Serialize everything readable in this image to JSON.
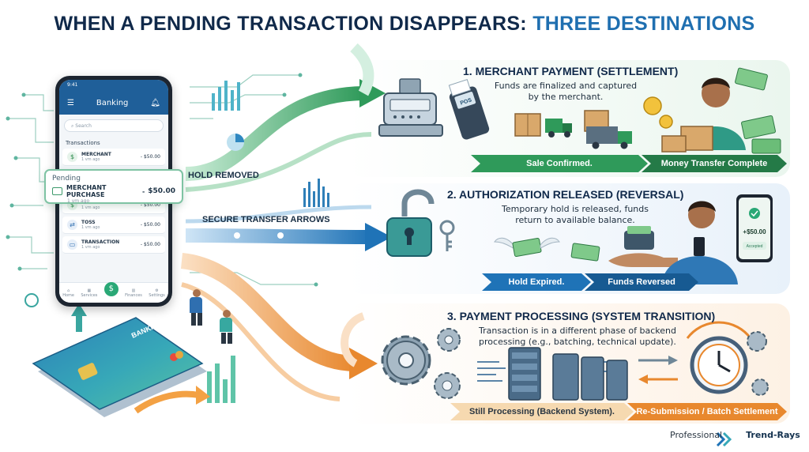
{
  "title": {
    "lead": "WHEN A PENDING TRANSACTION DISAPPEARS:",
    "highlight": "THREE DESTINATIONS"
  },
  "colors": {
    "settlement": "#2f9a5a",
    "reversal": "#1f73b7",
    "processing": "#e8882e",
    "navy": "#10294a"
  },
  "phone": {
    "time": "9:41",
    "app_title": "Banking",
    "search_placeholder": "Search",
    "section_label": "Transactions",
    "transactions": [
      {
        "name": "MERCHANT",
        "time": "1 vm ago",
        "amount": "- $50.00",
        "icon": "dollar-icon"
      },
      {
        "name": "MERCHANT",
        "time": "1 vm ago",
        "amount": "- $50.00",
        "icon": "dollar-icon"
      },
      {
        "name": "TOSS",
        "time": "1 vm ago",
        "amount": "- $50.00",
        "icon": "transfer-icon"
      },
      {
        "name": "TRANSACTION",
        "time": "1 vm ago",
        "amount": "- $50.00",
        "icon": "card-icon"
      }
    ],
    "nav": [
      "Home",
      "Services",
      "Finances",
      "Settings"
    ]
  },
  "pending": {
    "label": "Pending",
    "name": "MERCHANT PURCHASE",
    "amount": "$50.00",
    "time": "1 vm ago"
  },
  "flow_labels": {
    "hold_removed": "HOLD REMOVED",
    "secure_transfer": "SECURE TRANSFER ARROWS"
  },
  "credit_card_label": "BANKING",
  "panels": [
    {
      "title": "1. MERCHANT PAYMENT (SETTLEMENT)",
      "description": [
        "Funds are finalized and captured",
        "by the merchant."
      ],
      "pos_label": "POS",
      "steps": [
        "Sale Confirmed.",
        "Money Transfer Complete"
      ]
    },
    {
      "title": "2. AUTHORIZATION RELEASED (REVERSAL)",
      "description": [
        "Temporary hold is released, funds",
        "return to available balance."
      ],
      "phone_amount": "+$50.00",
      "phone_button": "Accepted",
      "steps": [
        "Hold Expired.",
        "Funds Reversed"
      ]
    },
    {
      "title": "3. PAYMENT PROCESSING (SYSTEM TRANSITION)",
      "description": [
        "Transaction is in a different phase of backend",
        "processing (e.g., batching, technical update)."
      ],
      "steps": [
        "Still Processing (Backend System).",
        "Re-Submission / Batch Settlement"
      ]
    }
  ],
  "brand": {
    "prefix": "Professional",
    "name": "Trend-Rays"
  }
}
